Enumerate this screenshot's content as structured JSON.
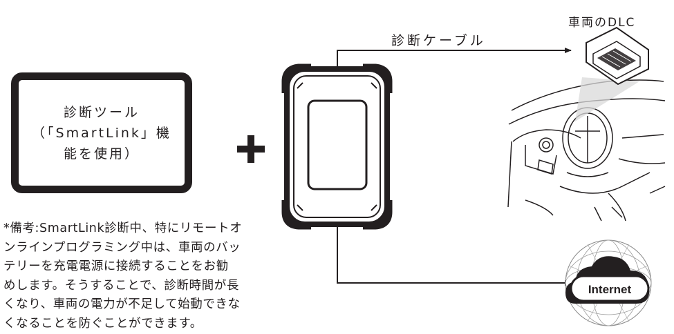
{
  "tool_box": {
    "line1": "診断ツール",
    "line2": "（「SmartLink」機",
    "line3": "能を使用）"
  },
  "dlc_label": "車両のDLC",
  "cable_label": "診断ケーブル",
  "internet_label": "Internet",
  "note_lines": [
    "*備考:SmartLink診断中、特にリモートオ",
    "ンラインプログラミング中は、車両のバッ",
    "テリーを充電電源に接続することをお勧",
    "めします。そうすることで、診断時間が長",
    "くなり、車両の電力が不足して始動できな",
    "くなることを防ぐことができます。"
  ],
  "colors": {
    "ink": "#231f20",
    "screen_fill": "#ffffff"
  },
  "icons": [
    "plus-icon",
    "diagnostic-tablet-icon",
    "vehicle-dashboard-icon",
    "obd-connector-icon",
    "internet-globe-icon",
    "arrow-right-icon"
  ]
}
